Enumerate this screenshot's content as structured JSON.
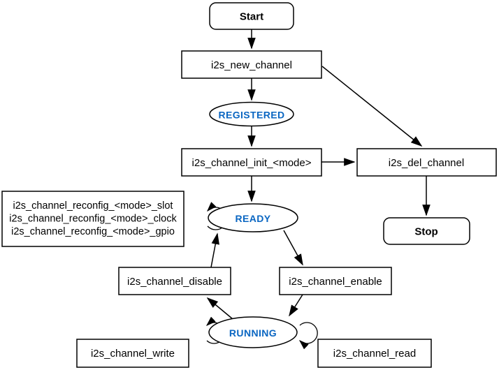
{
  "diagram": {
    "kind": "i2s-driver-state-machine",
    "colors": {
      "background": "#ffffff",
      "node_border": "#000000",
      "node_fill": "#ffffff",
      "label_text": "#000000",
      "state_text": "#0a66c2"
    },
    "nodes": {
      "start": {
        "label": "Start",
        "shape": "rounded-rect"
      },
      "new_channel": {
        "label": "i2s_new_channel",
        "shape": "rect"
      },
      "registered": {
        "label": "REGISTERED",
        "shape": "ellipse"
      },
      "init": {
        "label": "i2s_channel_init_<mode>",
        "shape": "rect"
      },
      "del_channel": {
        "label": "i2s_del_channel",
        "shape": "rect"
      },
      "stop": {
        "label": "Stop",
        "shape": "rounded-rect"
      },
      "reconfig": {
        "shape": "rect",
        "lines": [
          "i2s_channel_reconfig_<mode>_slot",
          "i2s_channel_reconfig_<mode>_clock",
          "i2s_channel_reconfig_<mode>_gpio"
        ]
      },
      "ready": {
        "label": "READY",
        "shape": "ellipse"
      },
      "disable": {
        "label": "i2s_channel_disable",
        "shape": "rect"
      },
      "enable": {
        "label": "i2s_channel_enable",
        "shape": "rect"
      },
      "running": {
        "label": "RUNNING",
        "shape": "ellipse"
      },
      "write": {
        "label": "i2s_channel_write",
        "shape": "rect"
      },
      "read": {
        "label": "i2s_channel_read",
        "shape": "rect"
      }
    },
    "edges": [
      {
        "from": "start",
        "to": "new_channel"
      },
      {
        "from": "new_channel",
        "to": "registered"
      },
      {
        "from": "registered",
        "to": "init"
      },
      {
        "from": "init",
        "to": "ready"
      },
      {
        "from": "init",
        "to": "del_channel"
      },
      {
        "from": "new_channel",
        "to": "del_channel"
      },
      {
        "from": "del_channel",
        "to": "stop"
      },
      {
        "from": "ready",
        "to": "ready",
        "via": "reconfig"
      },
      {
        "from": "ready",
        "to": "enable"
      },
      {
        "from": "enable",
        "to": "running"
      },
      {
        "from": "running",
        "to": "disable"
      },
      {
        "from": "disable",
        "to": "ready"
      },
      {
        "from": "running",
        "to": "running",
        "via": "write"
      },
      {
        "from": "running",
        "to": "running",
        "via": "read"
      }
    ]
  }
}
